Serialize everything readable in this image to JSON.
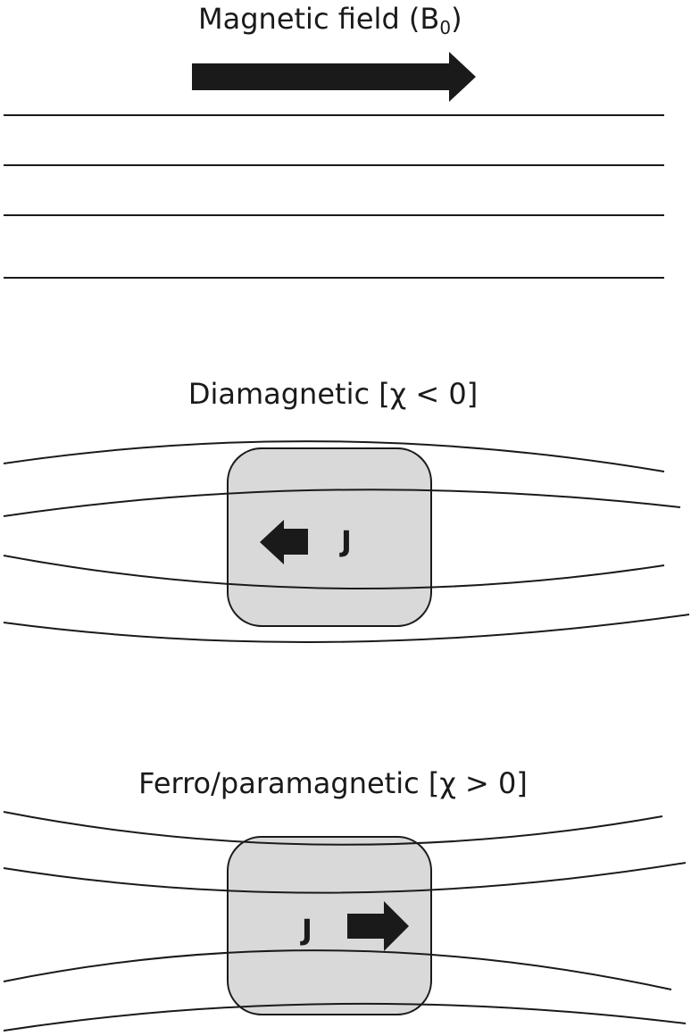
{
  "panels": {
    "uniform": {
      "title_main": "Magnetic field (B",
      "title_sub": "0",
      "title_close": ")"
    },
    "diamagnetic": {
      "title": "Diamagnetic [χ < 0]",
      "current_label": "J"
    },
    "paramagnetic": {
      "title": "Ferro/paramagnetic [χ > 0]",
      "current_label": "J"
    }
  },
  "colors": {
    "line": "#1a1a1a",
    "sample_fill": "#d9d9d9",
    "background": "#ffffff"
  }
}
